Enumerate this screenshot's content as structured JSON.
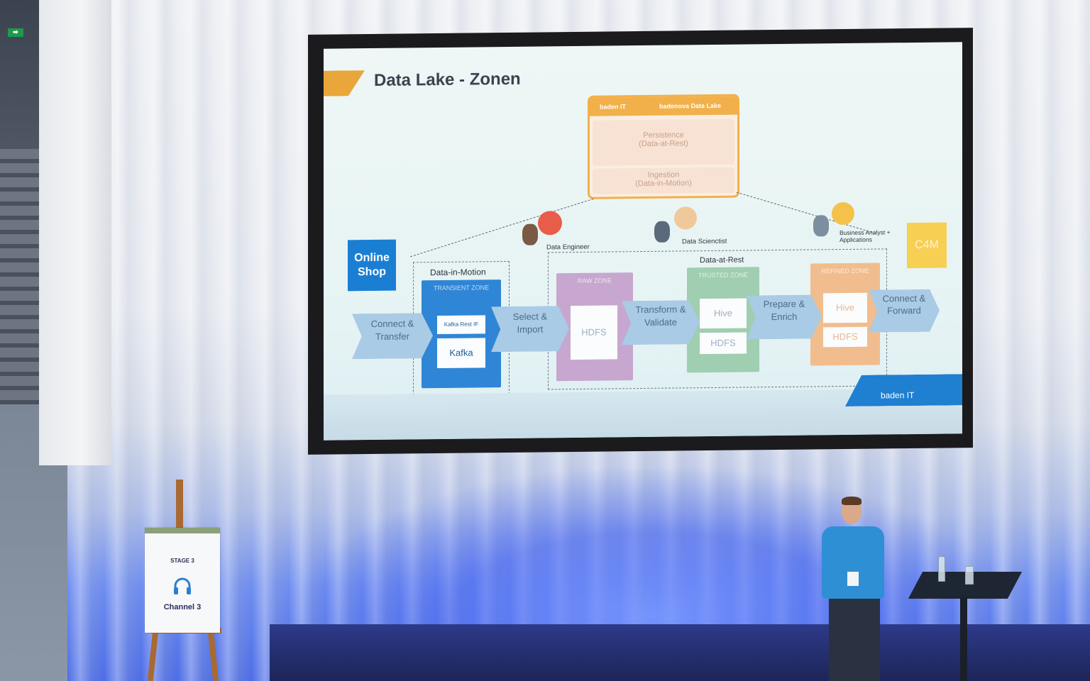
{
  "slide": {
    "title": "Data Lake - Zonen",
    "lake": {
      "brand": "baden IT",
      "name": "badenova Data Lake",
      "persistence": "Persistence",
      "persistence_sub": "(Data-at-Rest)",
      "ingestion": "Ingestion",
      "ingestion_sub": "(Data-in-Motion)"
    },
    "roles": [
      {
        "label": "Data Engineer"
      },
      {
        "label": "Data Scienctist"
      },
      {
        "label": "Business Analyst + Applications"
      }
    ],
    "source": "Online Shop",
    "target": "C4M",
    "group_motion": "Data-in-Motion",
    "group_rest": "Data-at-Rest",
    "arrows": [
      {
        "label": "Connect & Transfer"
      },
      {
        "label": "Select & Import"
      },
      {
        "label": "Transform & Validate"
      },
      {
        "label": "Prepare & Enrich"
      },
      {
        "label": "Connect & Forward"
      }
    ],
    "zones": [
      {
        "label": "TRANSIENT ZONE",
        "cards": [
          "Kafka Rest IF",
          "Kafka"
        ],
        "color": "#2f86d6"
      },
      {
        "label": "RAW ZONE",
        "cards": [
          "HDFS"
        ],
        "color": "#c7a7cf"
      },
      {
        "label": "TRUSTED ZONE",
        "cards": [
          "Hive",
          "HDFS"
        ],
        "color": "#9fceb0"
      },
      {
        "label": "REFINED ZONE",
        "cards": [
          "Hive",
          "HDFS"
        ],
        "color": "#f1bd8e"
      }
    ],
    "footer_logo": "baden IT"
  },
  "sign": {
    "stage": "STAGE 3",
    "channel": "Channel 3"
  },
  "colors": {
    "accent_orange": "#f2b04b",
    "brand_blue": "#1a7fd3",
    "stage_light": "#4d6de6"
  }
}
